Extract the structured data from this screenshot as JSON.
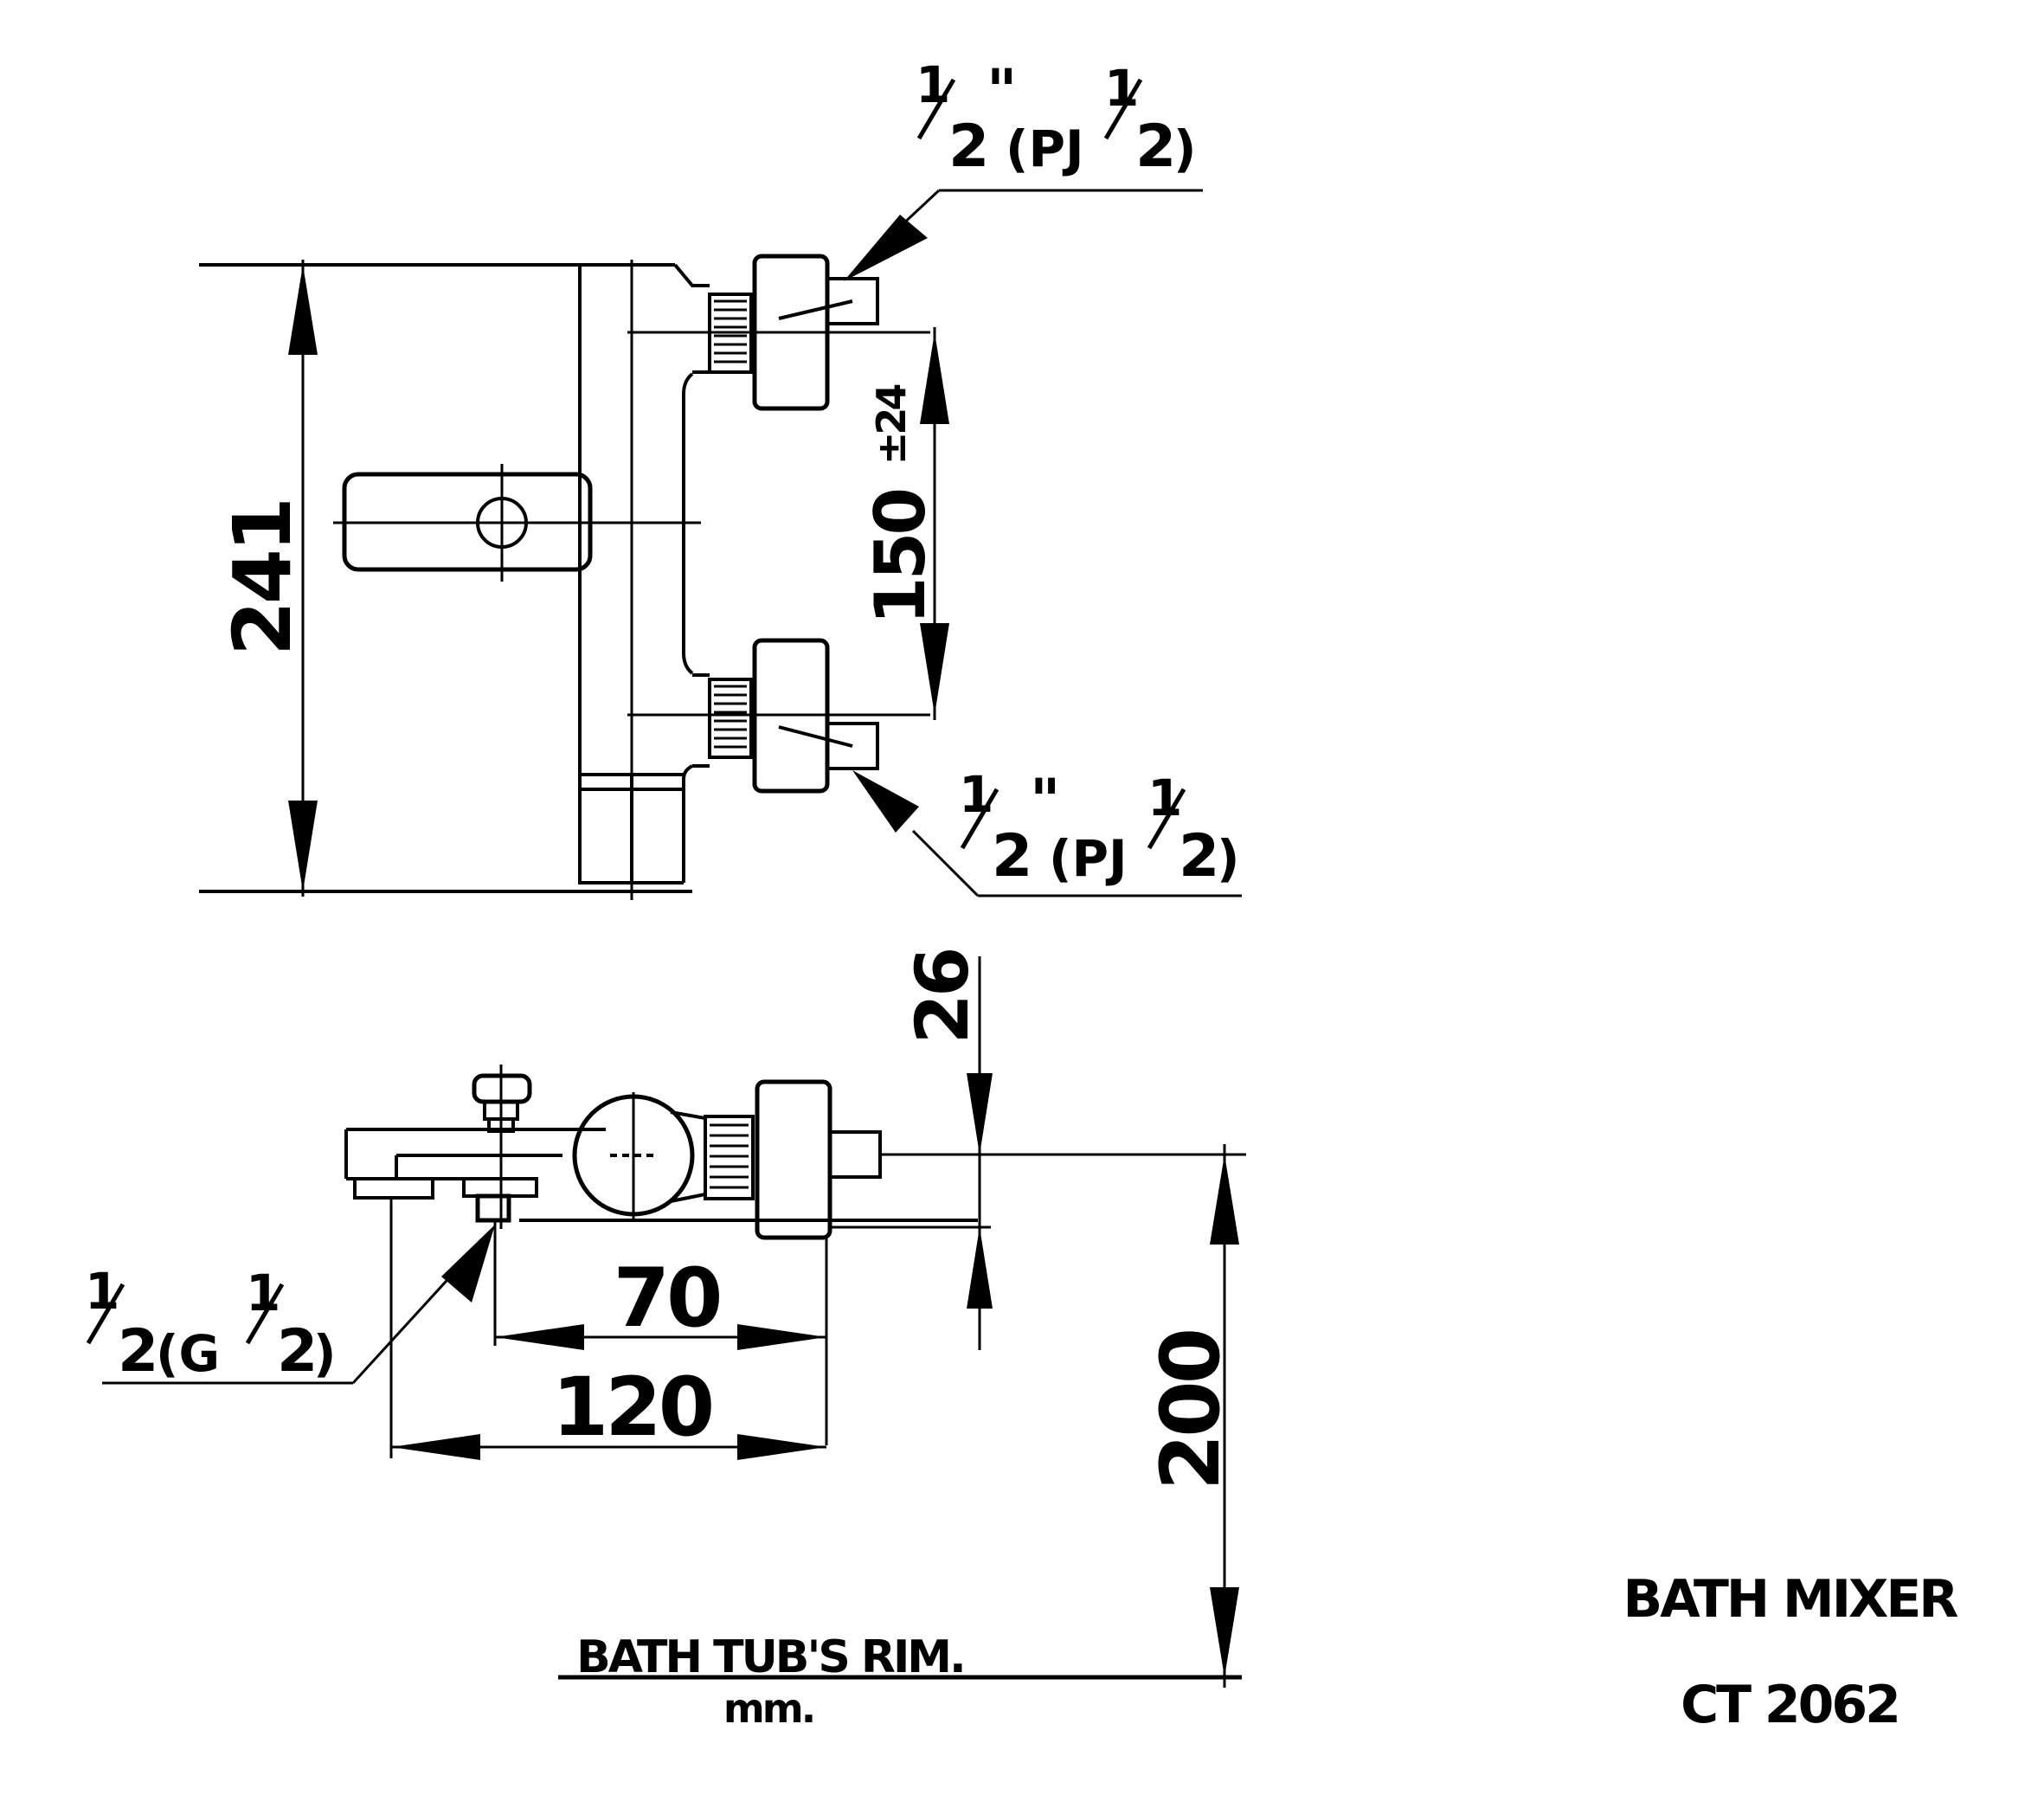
{
  "title": {
    "product": "BATH MIXER",
    "model": "CT 2062"
  },
  "units": "mm.",
  "rim_label": "BATH TUB'S RIM.",
  "dimensions": {
    "height_total": "241",
    "inlet_spacing": "150",
    "inlet_tolerance": "±24",
    "spout_offset": "26",
    "inner_length": "70",
    "outer_length": "120",
    "height_above_rim": "200"
  },
  "callouts": {
    "top_inlet": {
      "num": "1",
      "den": "2",
      "mark": "\"",
      "paren_open": "(PJ",
      "inner_num": "1",
      "inner_den": "2",
      "paren_close": ")"
    },
    "bottom_inlet": {
      "num": "1",
      "den": "2",
      "mark": "\"",
      "paren_open": "(PJ",
      "inner_num": "1",
      "inner_den": "2",
      "paren_close": ")"
    },
    "outlet": {
      "num": "1",
      "den": "2",
      "paren_open": "(G",
      "inner_num": "1",
      "inner_den": "2",
      "paren_close": ")"
    }
  }
}
